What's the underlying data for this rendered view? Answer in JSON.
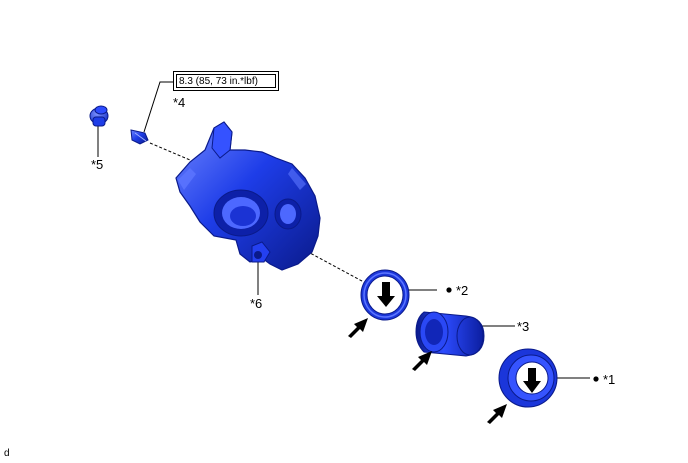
{
  "torque_spec": "8.3 (85, 73 in.*lbf)",
  "callouts": {
    "c1": "*1",
    "c2": "*2",
    "c3": "*3",
    "c4": "*4",
    "c5": "*5",
    "c6": "*6"
  },
  "footer_code": "d",
  "colors": {
    "part_blue": "#1e3de8",
    "part_dark": "#0a1a8a",
    "part_light": "#6f86ff",
    "arrow": "#000000"
  },
  "icons": {
    "dot": "new-part-dot-icon",
    "arrow": "grease-arrow-icon"
  }
}
